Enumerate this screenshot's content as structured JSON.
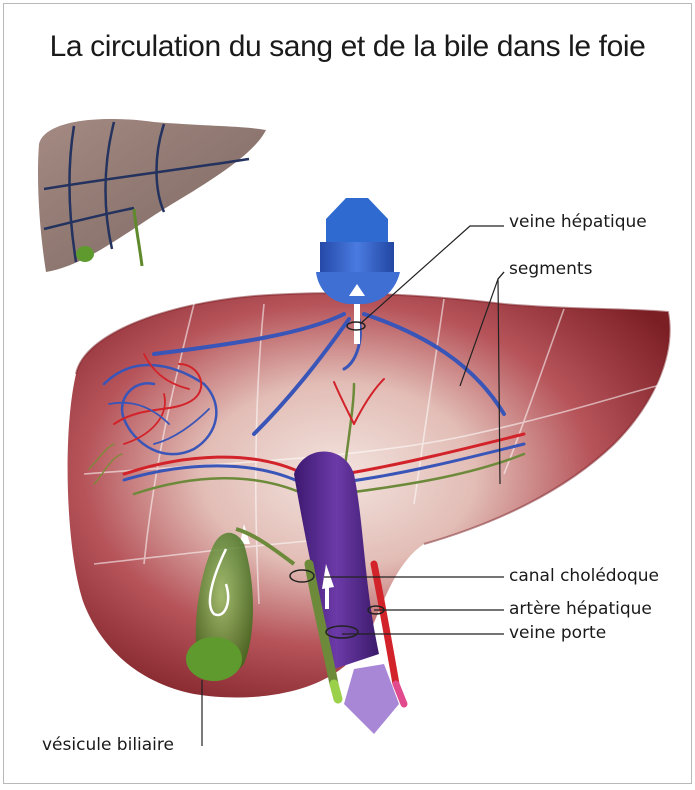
{
  "title": "La circulation du sang et de la bile dans le foie",
  "labels": {
    "veine_hepatique": "veine hépatique",
    "segments": "segments",
    "canal_choledoque": "canal cholédoque",
    "artere_hepatique": "artère hépatique",
    "veine_porte": "veine porte",
    "vesicule_biliaire": "vésicule biliaire"
  },
  "colors": {
    "liver": "#8e2a2e",
    "liver_light": "#e6c9c4",
    "vein_blue": "#3a55b8",
    "artery_red": "#d2232a",
    "bile_green": "#6c8a3a",
    "portal_purple": "#5b2a8c",
    "gallbladder": "#5f8a2c"
  }
}
